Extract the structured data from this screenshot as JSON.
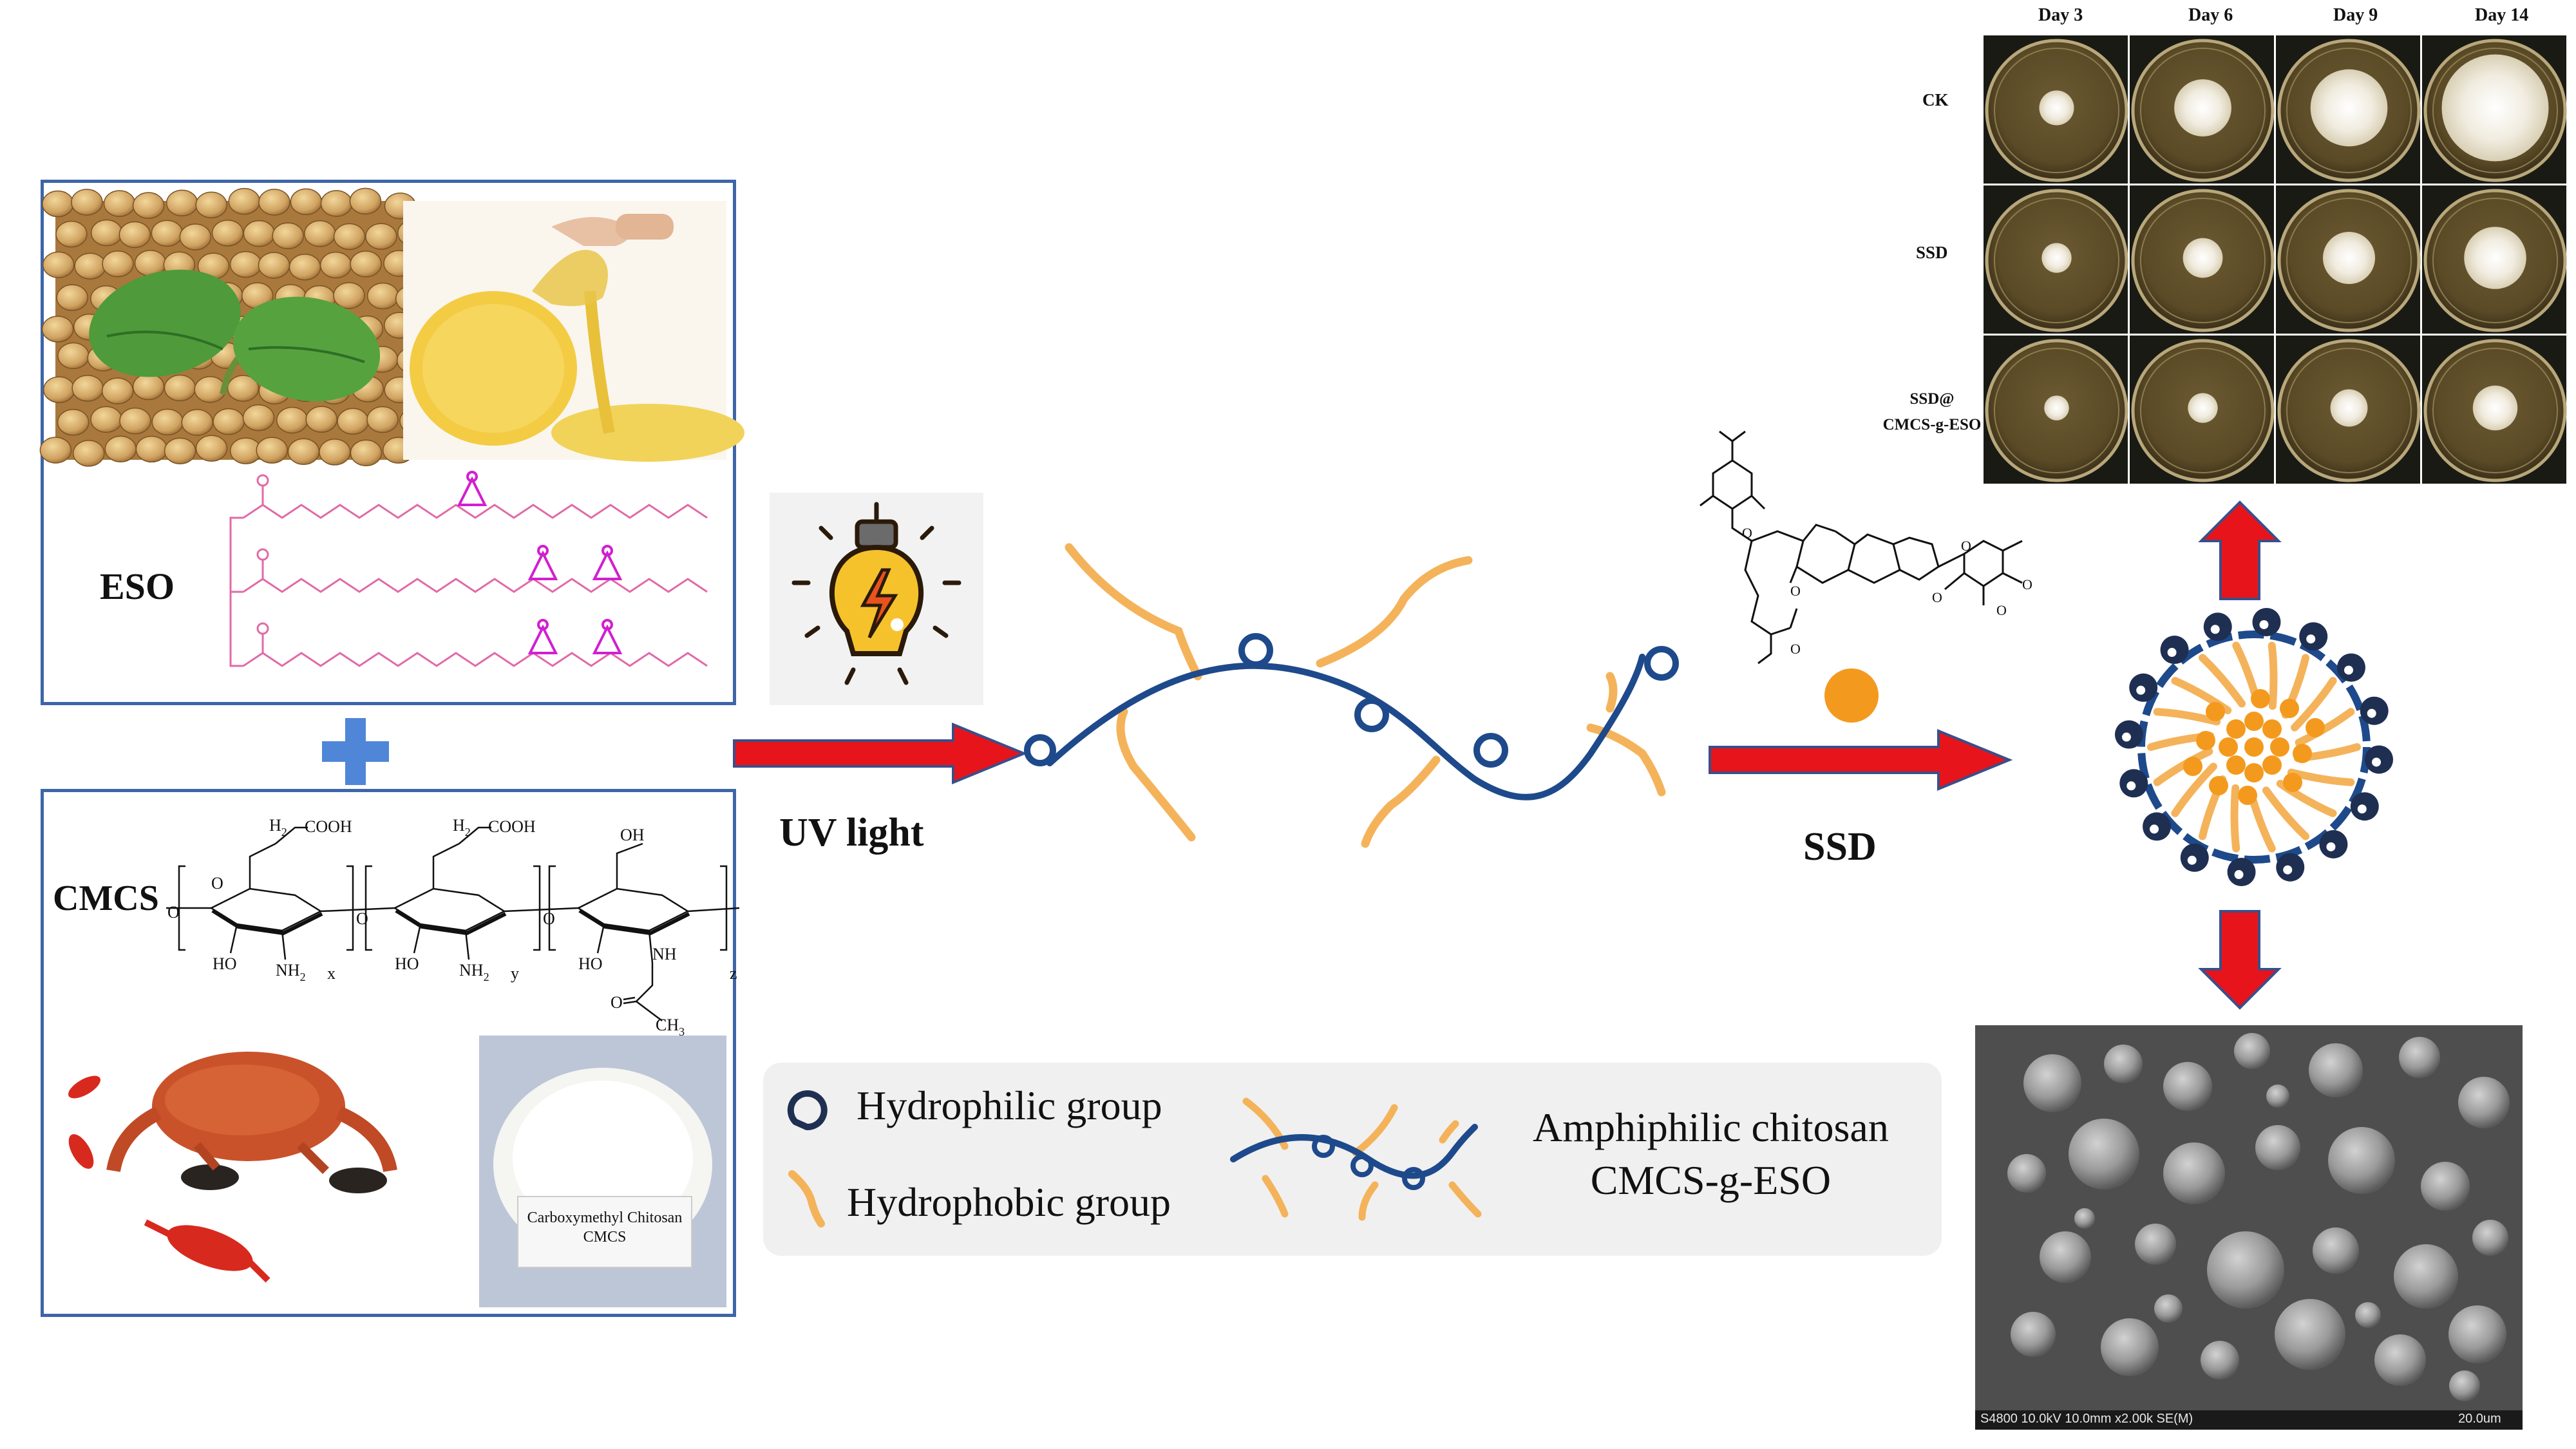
{
  "colors": {
    "panel_border": "#3e65a8",
    "arrow_red": "#e8141b",
    "chain_blue": "#1e4a8c",
    "hydrophobic_orange": "#f4b35a",
    "drug_orange": "#f39a1e",
    "ester_pink": "#e06aa8",
    "epoxide_magenta": "#d11fd1",
    "plus_blue": "#4f86d8"
  },
  "materials": {
    "eso_label": "ESO",
    "cmcs_label": "CMCS",
    "cmcs_product_text": [
      "Carboxymethyl Chitosan",
      "CMCS"
    ]
  },
  "cmcs_structure": {
    "labels": [
      "H2",
      "COOH",
      "H2",
      "COOH",
      "OH",
      "O",
      "O",
      "O",
      "O",
      "HO",
      "NH2",
      "x",
      "HO",
      "NH2",
      "y",
      "HO",
      "NH",
      "z",
      "O",
      "CH3"
    ]
  },
  "process": {
    "uv_label": "UV light",
    "ssd_label": "SSD"
  },
  "legend": {
    "hydrophilic": "Hydrophilic group",
    "hydrophobic": "Hydrophobic group",
    "amphiphilic_line1": "Amphiphilic chitosan",
    "amphiphilic_line2": "CMCS-g-ESO"
  },
  "petri_grid": {
    "columns": [
      "Day 3",
      "Day 6",
      "Day 9",
      "Day 14"
    ],
    "rows": [
      {
        "label_lines": [
          "CK"
        ],
        "colony": [
          0.28,
          0.46,
          0.62,
          0.86
        ]
      },
      {
        "label_lines": [
          "SSD"
        ],
        "colony": [
          0.24,
          0.32,
          0.42,
          0.5
        ]
      },
      {
        "label_lines": [
          "SSD@",
          "CMCS-g-ESO"
        ],
        "colony": [
          0.2,
          0.24,
          0.3,
          0.36
        ]
      }
    ]
  },
  "sem": {
    "caption": "S4800 10.0kV 10.0mm x2.00k SE(M)",
    "scale": "20.0um"
  }
}
